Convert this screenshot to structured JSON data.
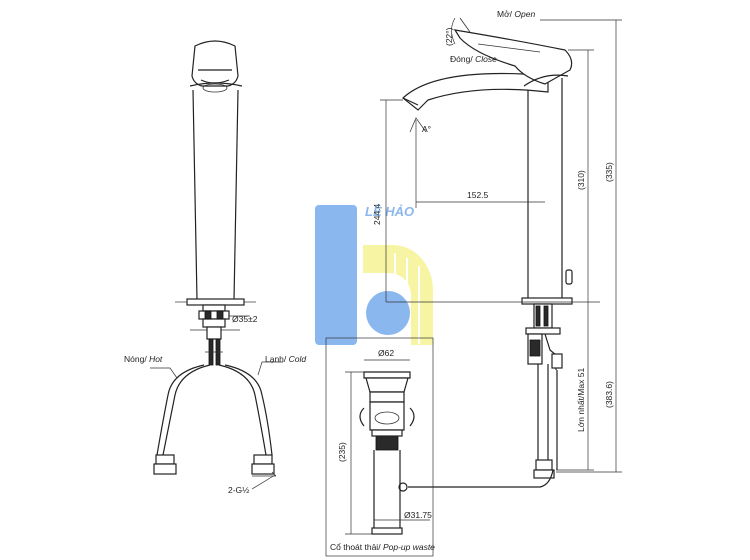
{
  "watermark": {
    "text": "LÊ HẢO",
    "colors": {
      "blue": "#7FB0EE",
      "yellow": "#F7F39A"
    }
  },
  "labels": {
    "open": "Mở/",
    "open_en": "Open",
    "close": "Đóng/",
    "close_en": "Close",
    "angle_22": "(22°)",
    "angle_a": "A°",
    "hot": "Nóng/",
    "hot_en": "Hot",
    "cold": "Lạnh/",
    "cold_en": "Cold",
    "thread": "2-G½",
    "dia_35": "Ø35±2",
    "dia_62": "Ø62",
    "dia_3175": "Ø31.75",
    "len_1525": "152.5",
    "len_2444": "244.4",
    "len_310": "(310)",
    "len_335": "(335)",
    "len_235": "(235)",
    "len_3836": "(383.6)",
    "max51": "Lớn nhất/Max 51",
    "popup": "Cổ thoát thải/",
    "popup_en": "Pop-up waste"
  }
}
